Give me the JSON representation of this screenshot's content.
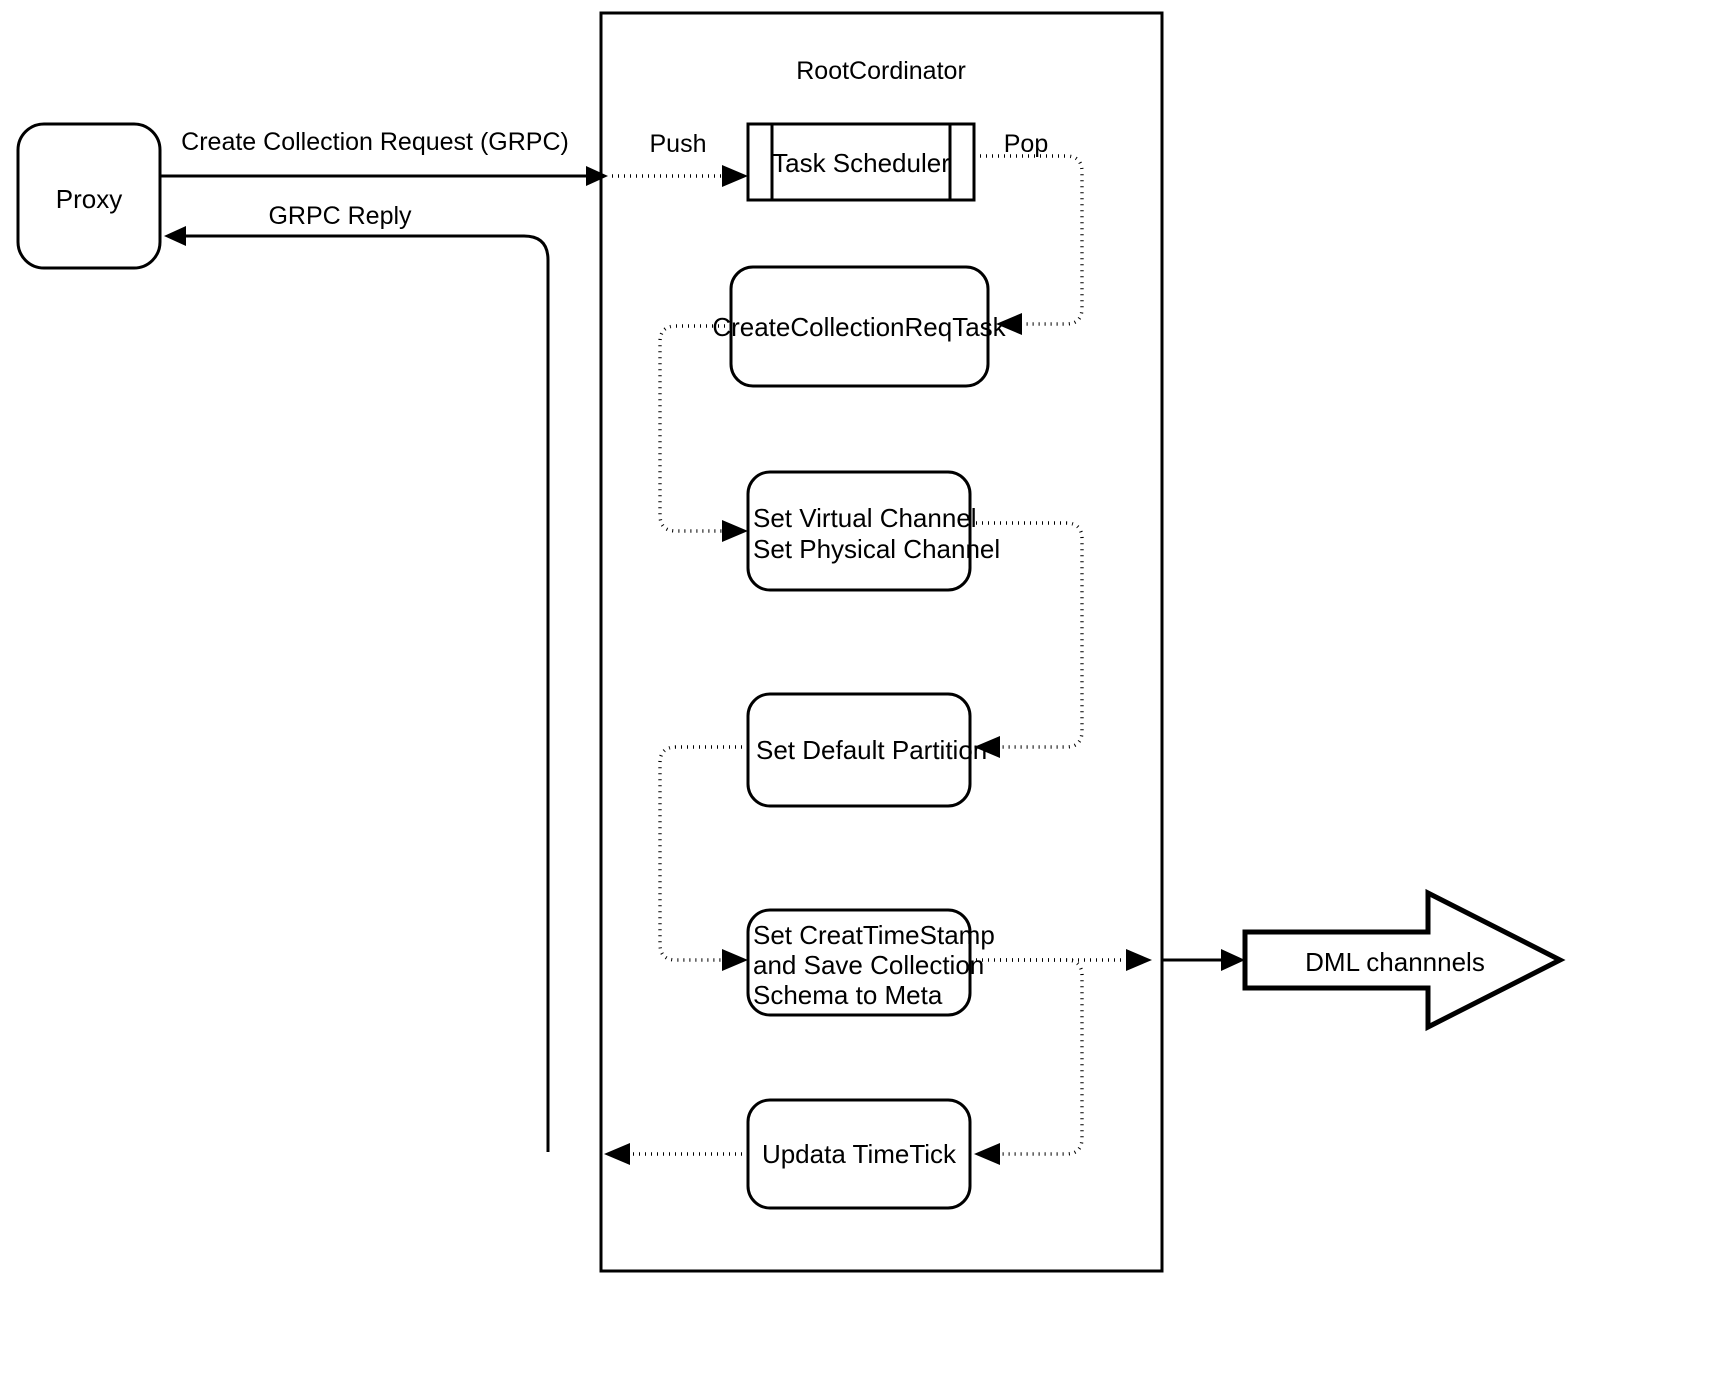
{
  "diagram": {
    "title": "RootCordinator",
    "nodes": {
      "proxy": {
        "label": "Proxy",
        "shape": "rounded-rect"
      },
      "container": {
        "label": "RootCordinator",
        "shape": "rect"
      },
      "task_scheduler": {
        "label": "Task Scheduler",
        "shape": "process-queue"
      },
      "create_collection_req_task": {
        "label": "CreateCollectionReqTask",
        "shape": "rounded-rect"
      },
      "set_channel": {
        "label_line1": "Set Virtual Channel",
        "label_line2": "Set Physical Channel",
        "shape": "rounded-rect"
      },
      "set_default_partition": {
        "label": "Set Default Partition",
        "shape": "rounded-rect"
      },
      "set_timestamp": {
        "label_line1": "Set CreatTimeStamp",
        "label_line2": "and Save Collection",
        "label_line3": "Schema to Meta",
        "shape": "rounded-rect"
      },
      "updata_timetick": {
        "label": "Updata TimeTick",
        "shape": "rounded-rect"
      },
      "dml_channels": {
        "label": "DML channnels",
        "shape": "block-arrow-right"
      }
    },
    "edges": {
      "create_collection_request": {
        "label": "Create Collection Request (GRPC)",
        "style": "solid"
      },
      "grpc_reply": {
        "label": "GRPC Reply",
        "style": "solid"
      },
      "push": {
        "label": "Push",
        "style": "dotted"
      },
      "pop": {
        "label": "Pop",
        "style": "dotted"
      },
      "task_to_channel": {
        "label": "",
        "style": "dotted"
      },
      "channel_to_partition": {
        "label": "",
        "style": "dotted"
      },
      "partition_to_timestamp": {
        "label": "",
        "style": "dotted"
      },
      "timestamp_to_dml": {
        "label": "",
        "style": "solid"
      },
      "timestamp_to_timetick": {
        "label": "",
        "style": "dotted"
      },
      "timetick_to_reply": {
        "label": "",
        "style": "dotted"
      }
    },
    "colors": {
      "stroke": "#000000",
      "fill": "#ffffff",
      "background": "#ffffff"
    }
  }
}
